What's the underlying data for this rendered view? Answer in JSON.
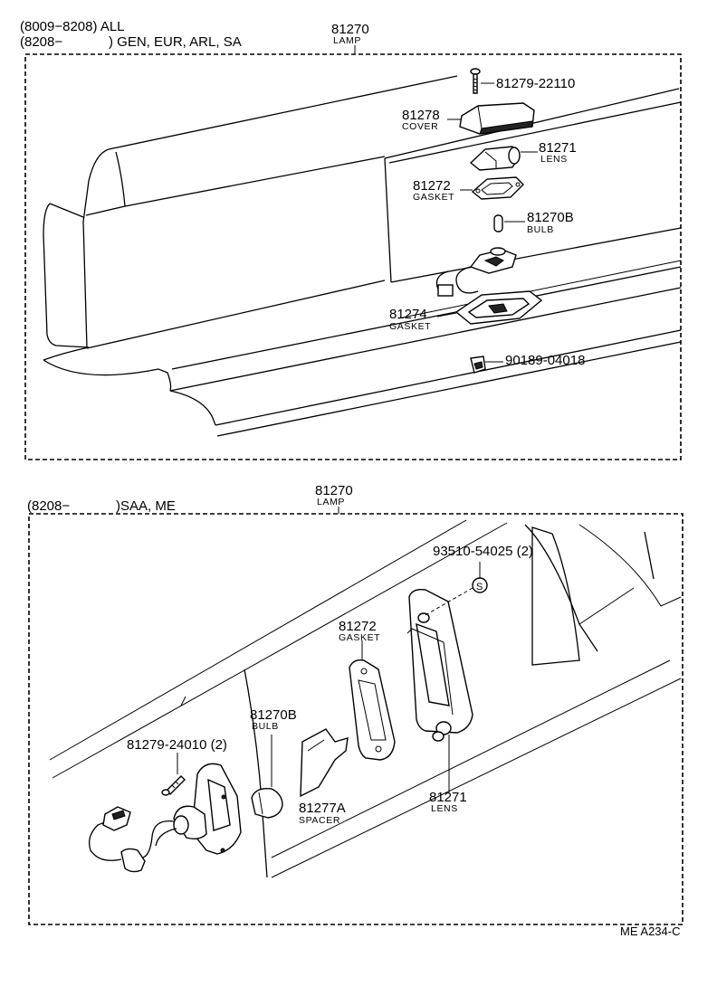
{
  "top": {
    "applicability_1": "(8009−8208) ALL",
    "applicability_2_code": "(8208−",
    "applicability_2_models": ") GEN, EUR, ARL, SA",
    "assembly_number": "81270",
    "assembly_name": "LAMP",
    "parts": [
      {
        "number": "81279-22110",
        "name": ""
      },
      {
        "number": "81278",
        "name": "COVER"
      },
      {
        "number": "81271",
        "name": "LENS"
      },
      {
        "number": "81272",
        "name": "GASKET"
      },
      {
        "number": "81270B",
        "name": "BULB"
      },
      {
        "number": "81274",
        "name": "GASKET"
      },
      {
        "number": "90189-04018",
        "name": ""
      }
    ]
  },
  "bottom": {
    "applicability_code": "(8208−",
    "applicability_models": ")SAA, ME",
    "assembly_number": "81270",
    "assembly_name": "LAMP",
    "parts": [
      {
        "number": "93510-54025 (2)",
        "name": ""
      },
      {
        "number": "81272",
        "name": "GASKET"
      },
      {
        "number": "81270B",
        "name": "BULB"
      },
      {
        "number": "81279-24010 (2)",
        "name": ""
      },
      {
        "number": "81277A",
        "name": "SPACER"
      },
      {
        "number": "81271",
        "name": "LENS"
      }
    ],
    "screw_symbol": "S"
  },
  "footer": {
    "drawing_code": "ME A234-C"
  }
}
